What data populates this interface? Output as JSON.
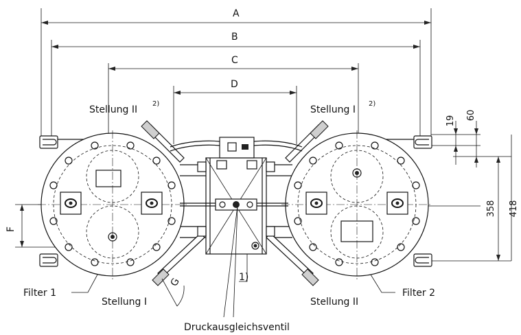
{
  "dimensions": {
    "a": "A",
    "b": "B",
    "c": "C",
    "d": "D",
    "f": "F",
    "g": "G",
    "d19": "19",
    "d60": "60",
    "d358": "358",
    "d418": "418"
  },
  "labels": {
    "stellung_ii_top": "Stellung II",
    "stellung_i_top": "Stellung I",
    "sup_2": "2)",
    "stellung_i_bottom": "Stellung I",
    "stellung_ii_bottom": "Stellung II",
    "filter_1": "Filter 1",
    "filter_2": "Filter 2",
    "note_1": "1)",
    "valve": "Druckausgleichsventil"
  }
}
